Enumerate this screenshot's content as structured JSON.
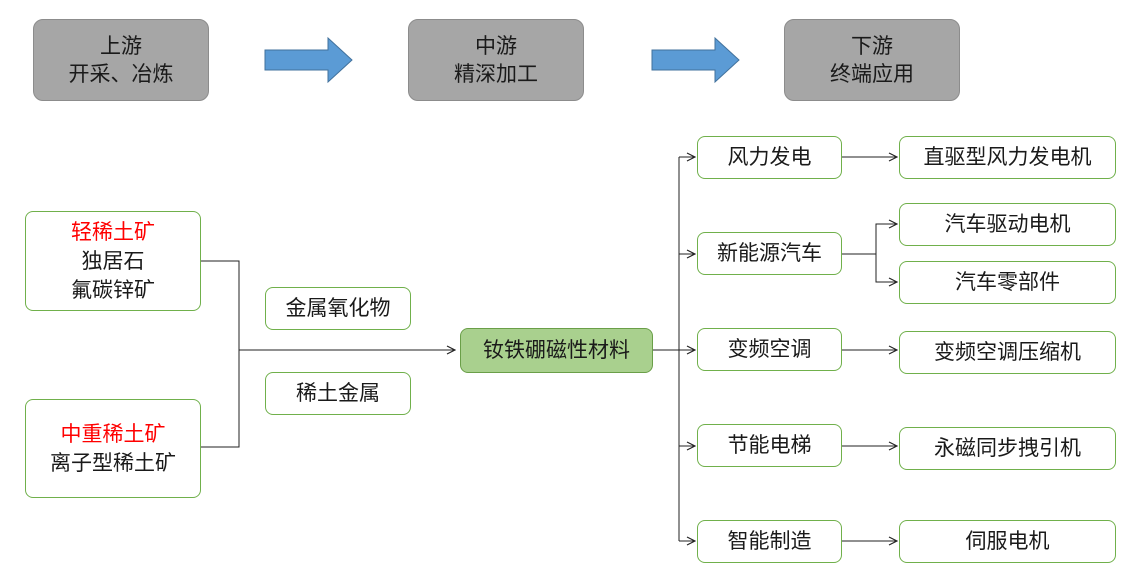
{
  "stages": {
    "upstream": {
      "line1": "上游",
      "line2": "开采、冶炼"
    },
    "midstream": {
      "line1": "中游",
      "line2": "精深加工"
    },
    "downstream": {
      "line1": "下游",
      "line2": "终端应用"
    }
  },
  "ores": {
    "light": {
      "title": "轻稀土矿",
      "items": [
        "独居石",
        "氟碳锌矿"
      ]
    },
    "heavy": {
      "title": "中重稀土矿",
      "items": [
        "离子型稀土矿"
      ]
    }
  },
  "intermediates": [
    "金属氧化物",
    "稀土金属"
  ],
  "core_material": "钕铁硼磁性材料",
  "applications": [
    {
      "label": "风力发电",
      "products": [
        "直驱型风力发电机"
      ]
    },
    {
      "label": "新能源汽车",
      "products": [
        "汽车驱动电机",
        "汽车零部件"
      ]
    },
    {
      "label": "变频空调",
      "products": [
        "变频空调压缩机"
      ]
    },
    {
      "label": "节能电梯",
      "products": [
        "永磁同步拽引机"
      ]
    },
    {
      "label": "智能制造",
      "products": [
        "伺服电机"
      ]
    }
  ],
  "colors": {
    "stage_fill": "#a6a6a6",
    "arrow_blue": "#5b9bd5",
    "box_border": "#70b04b",
    "core_fill": "#a9d08e",
    "highlight_red": "#ff0000"
  }
}
